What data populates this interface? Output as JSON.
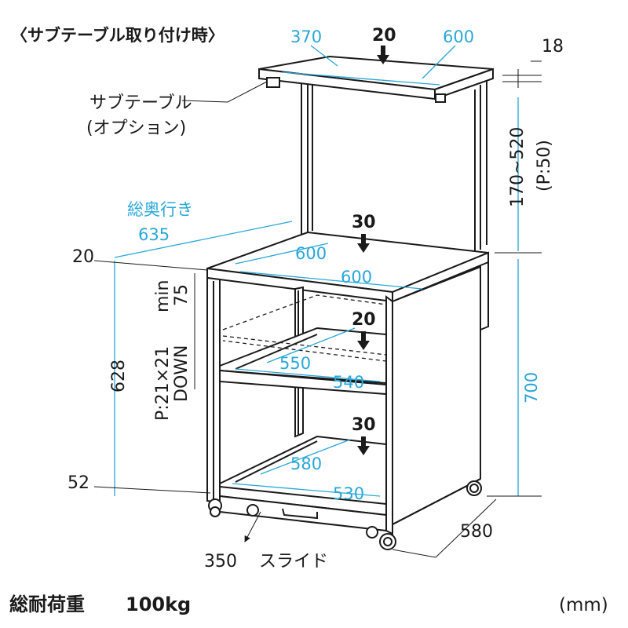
{
  "header": {
    "title": "〈サブテーブル取り付け時〉"
  },
  "sub_table": {
    "label_line1": "サブテーブル",
    "label_line2": "(オプション)",
    "depth": "370",
    "width": "600",
    "load": "20",
    "thickness": "18",
    "height_range": "170~520",
    "pitch": "(P:50)"
  },
  "top_shelf": {
    "total_depth_label": "総奥行き",
    "total_depth": "635",
    "depth": "600",
    "width": "600",
    "load": "30",
    "thickness": "20"
  },
  "middle_shelf": {
    "depth": "550",
    "width": "540",
    "load": "20",
    "min_line1": "min",
    "min_line2": "75",
    "pitch_line1": "P:21×21",
    "pitch_line2": "DOWN"
  },
  "bottom_shelf": {
    "depth": "580",
    "width": "530",
    "load": "30"
  },
  "dimensions": {
    "inner_height": "628",
    "base_height": "52",
    "total_height": "700",
    "base_depth": "580",
    "slide": "350",
    "slide_label": "スライド"
  },
  "footer": {
    "load_label": "総耐荷重",
    "load_value": "100kg",
    "unit": "(mm)"
  },
  "colors": {
    "dimension": "#29a7d8",
    "line": "#1a1a1a"
  }
}
